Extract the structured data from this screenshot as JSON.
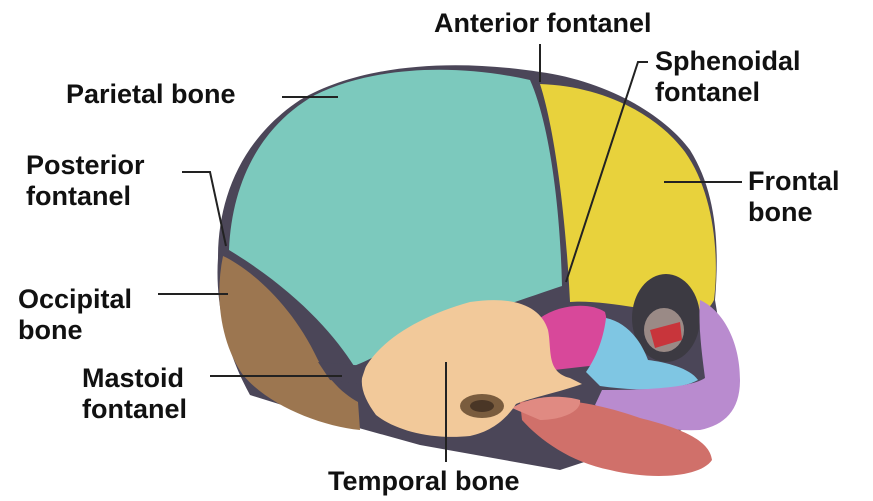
{
  "labels": {
    "anterior_fontanel": "Anterior fontanel",
    "parietal_bone": "Parietal bone",
    "sphenoidal_fontanel_line1": "Sphenoidal",
    "sphenoidal_fontanel_line2": "fontanel",
    "posterior_fontanel_line1": "Posterior",
    "posterior_fontanel_line2": "fontanel",
    "frontal_bone_line1": "Frontal",
    "frontal_bone_line2": "bone",
    "occipital_bone_line1": "Occipital",
    "occipital_bone_line2": "bone",
    "mastoid_fontanel_line1": "Mastoid",
    "mastoid_fontanel_line2": "fontanel",
    "temporal_bone": "Temporal bone"
  },
  "colors": {
    "parietal": "#7cc9bd",
    "frontal": "#e8d23c",
    "occipital": "#9c7650",
    "temporal": "#f2c99a",
    "sphenoid": "#d8489a",
    "zygomatic": "#7fc6e3",
    "maxilla": "#b98bcf",
    "mandible": "#d0706a",
    "suture": "#4b4658",
    "leader_line": "#222222",
    "label_text": "#111111"
  }
}
